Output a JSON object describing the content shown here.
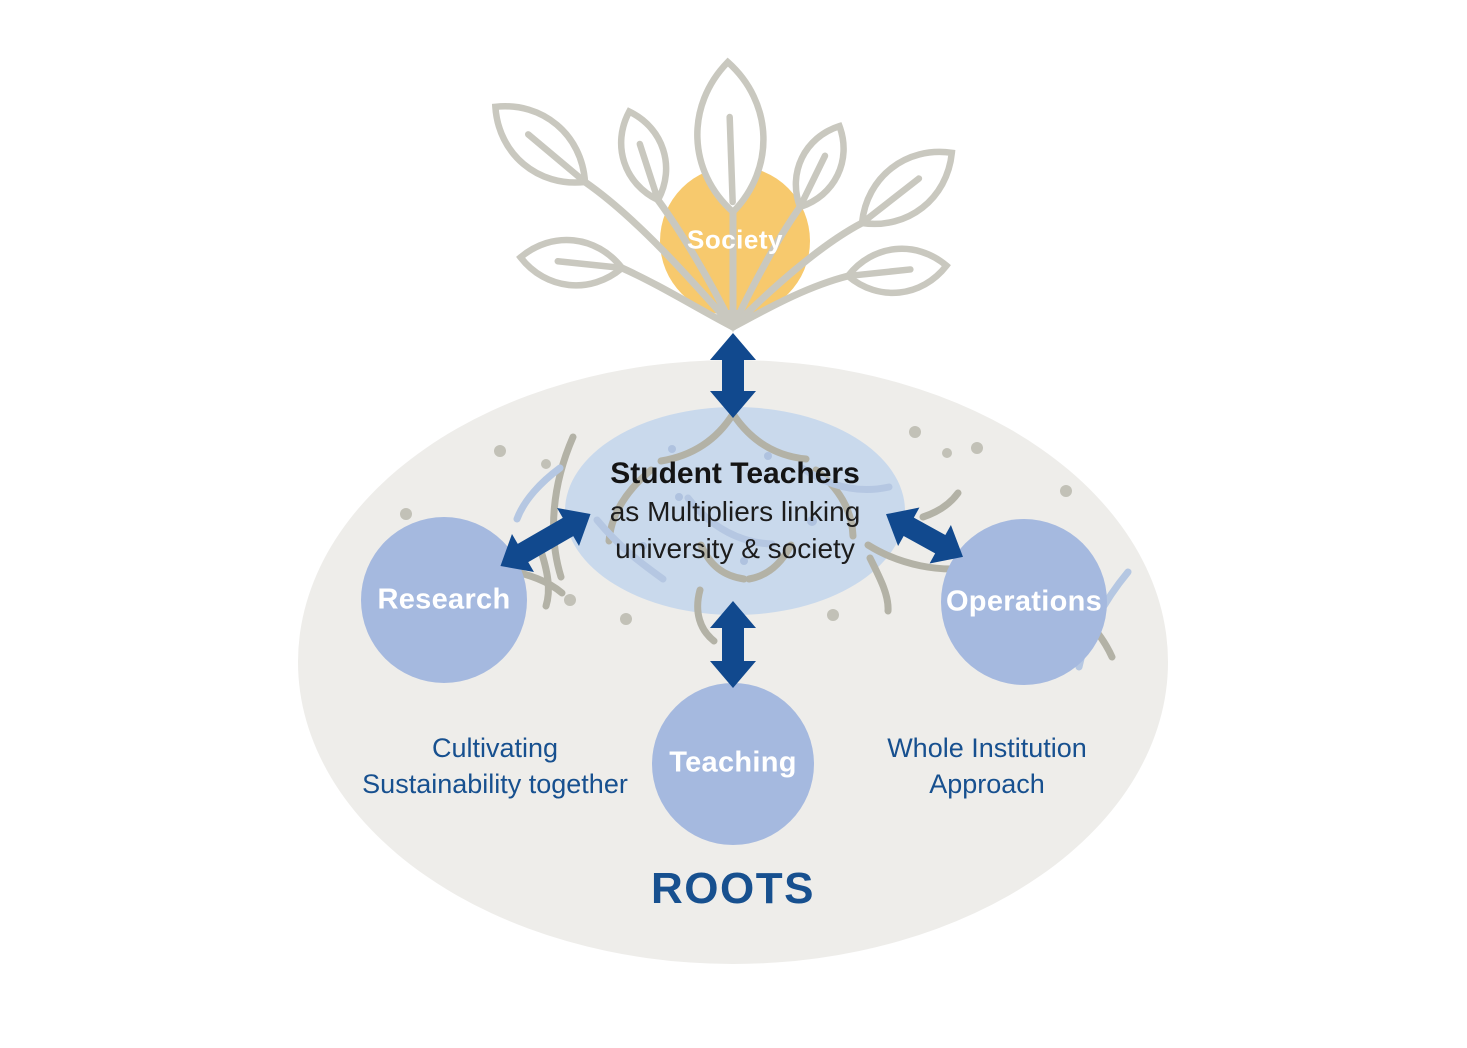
{
  "diagram": {
    "society": {
      "label": "Society"
    },
    "hub": {
      "title": "Student Teachers",
      "subtitle_line1": "as Multipliers linking",
      "subtitle_line2": "university & society"
    },
    "nodes": {
      "research": {
        "label": "Research"
      },
      "operations": {
        "label": "Operations"
      },
      "teaching": {
        "label": "Teaching"
      }
    },
    "captions": {
      "left": {
        "line1": "Cultivating",
        "line2": "Sustainability together"
      },
      "right": {
        "line1": "Whole Institution",
        "line2": "Approach"
      }
    },
    "footer_label": "ROOTS"
  },
  "colors": {
    "background": "#FFFFFF",
    "soil": "#EEEDEA",
    "hub_fill": "#C9D9EC",
    "node_fill": "#A5B9DF",
    "society_fill": "#F7C96D",
    "arrow": "#11498E",
    "caption_text": "#17508F",
    "plant_stroke": "#C9C8BF",
    "root_gray": "#B3B2A6",
    "root_blue": "#B5C7E2",
    "dot_gray": "#C2C1B7",
    "dot_blue": "#AFC2DF",
    "hub_text": "#1A1A1A",
    "node_text": "#FFFFFF"
  },
  "icons": {
    "leaf": "leaf-icon",
    "double_arrow": "double-arrow-icon",
    "root_squiggle": "root-squiggle-icon",
    "soil_dot": "soil-dot-icon"
  }
}
